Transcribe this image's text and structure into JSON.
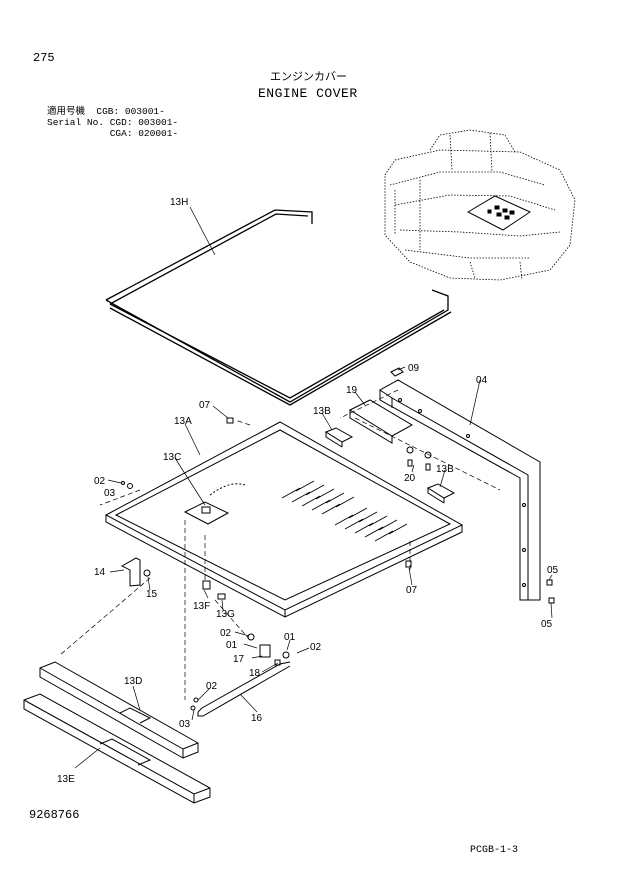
{
  "page": {
    "page_number": "275",
    "title_jp": "エンジンカバー",
    "title_en": "ENGINE COVER",
    "serial_lines": [
      "適用号機  CGB: 003001-",
      "Serial No. CGD: 003001-",
      "           CGA: 020001-"
    ],
    "drawing_number": "9268766",
    "page_ref": "PCGB-1-3"
  },
  "callouts": {
    "c13H": "13H",
    "c09": "09",
    "c04": "04",
    "c19": "19",
    "c07a": "07",
    "c13B_a": "13B",
    "c13A": "13A",
    "c13C": "13C",
    "c20": "20",
    "c13B_b": "13B",
    "c02a": "02",
    "c03a": "03",
    "c14": "14",
    "c15": "15",
    "c13F": "13F",
    "c13G": "13G",
    "c07b": "07",
    "c05a": "05",
    "c05b": "05",
    "c02b": "02",
    "c01a": "01",
    "c01b": "01",
    "c02c": "02",
    "c17": "17",
    "c18": "18",
    "c13D": "13D",
    "c02d": "02",
    "c03b": "03",
    "c16": "16",
    "c13E": "13E"
  }
}
